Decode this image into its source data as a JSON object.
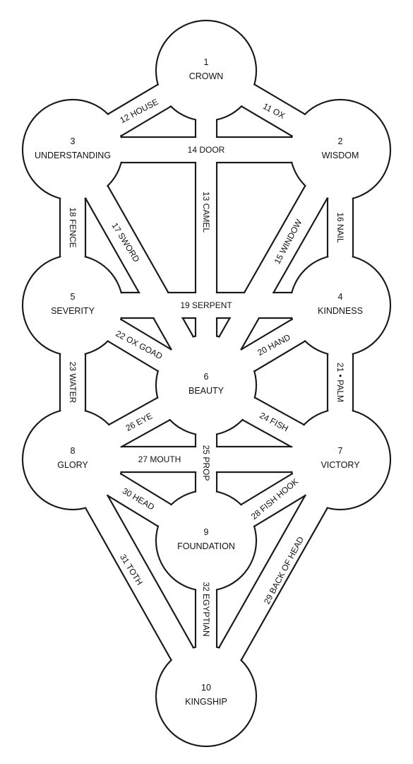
{
  "sephirot": [
    {
      "id": "1",
      "number": "1",
      "name": "CROWN"
    },
    {
      "id": "2",
      "number": "2",
      "name": "WISDOM"
    },
    {
      "id": "3",
      "number": "3",
      "name": "UNDERSTANDING"
    },
    {
      "id": "4",
      "number": "4",
      "name": "KINDNESS"
    },
    {
      "id": "5",
      "number": "5",
      "name": "SEVERITY"
    },
    {
      "id": "6",
      "number": "6",
      "name": "BEAUTY"
    },
    {
      "id": "7",
      "number": "7",
      "name": "VICTORY"
    },
    {
      "id": "8",
      "number": "8",
      "name": "GLORY"
    },
    {
      "id": "9",
      "number": "9",
      "name": "FOUNDATION"
    },
    {
      "id": "10",
      "number": "10",
      "name": "KINGSHIP"
    }
  ],
  "paths": [
    {
      "id": "11",
      "label": "11 OX",
      "from": "1",
      "to": "2"
    },
    {
      "id": "12",
      "label": "12 HOUSE",
      "from": "1",
      "to": "3"
    },
    {
      "id": "13",
      "label": "13 CAMEL",
      "from": "1",
      "to": "6"
    },
    {
      "id": "14",
      "label": "14 DOOR",
      "from": "2",
      "to": "3"
    },
    {
      "id": "15",
      "label": "15 WINDOW",
      "from": "2",
      "to": "6"
    },
    {
      "id": "16",
      "label": "16 NAIL",
      "from": "2",
      "to": "4"
    },
    {
      "id": "17",
      "label": "17 SWORD",
      "from": "3",
      "to": "6"
    },
    {
      "id": "18",
      "label": "18 FENCE",
      "from": "3",
      "to": "5"
    },
    {
      "id": "19",
      "label": "19 SERPENT",
      "from": "4",
      "to": "5"
    },
    {
      "id": "20",
      "label": "20 HAND",
      "from": "4",
      "to": "6"
    },
    {
      "id": "21",
      "label": "21 • PALM",
      "from": "4",
      "to": "7"
    },
    {
      "id": "22",
      "label": "22 OX GOAD",
      "from": "5",
      "to": "6"
    },
    {
      "id": "23",
      "label": "23 WATER",
      "from": "5",
      "to": "8"
    },
    {
      "id": "24",
      "label": "24 FISH",
      "from": "6",
      "to": "7"
    },
    {
      "id": "25",
      "label": "25 PROP",
      "from": "6",
      "to": "9"
    },
    {
      "id": "26",
      "label": "26 EYE",
      "from": "6",
      "to": "8"
    },
    {
      "id": "27",
      "label": "27 MOUTH",
      "from": "7",
      "to": "8"
    },
    {
      "id": "28",
      "label": "28 FISH HOOK",
      "from": "7",
      "to": "9"
    },
    {
      "id": "29",
      "label": "29 BACK OF HEAD",
      "from": "7",
      "to": "10"
    },
    {
      "id": "30",
      "label": "30 HEAD",
      "from": "8",
      "to": "9"
    },
    {
      "id": "31",
      "label": "31 TOTH",
      "from": "8",
      "to": "10"
    },
    {
      "id": "32",
      "label": "32 EGYPTIAN",
      "from": "9",
      "to": "10"
    }
  ]
}
